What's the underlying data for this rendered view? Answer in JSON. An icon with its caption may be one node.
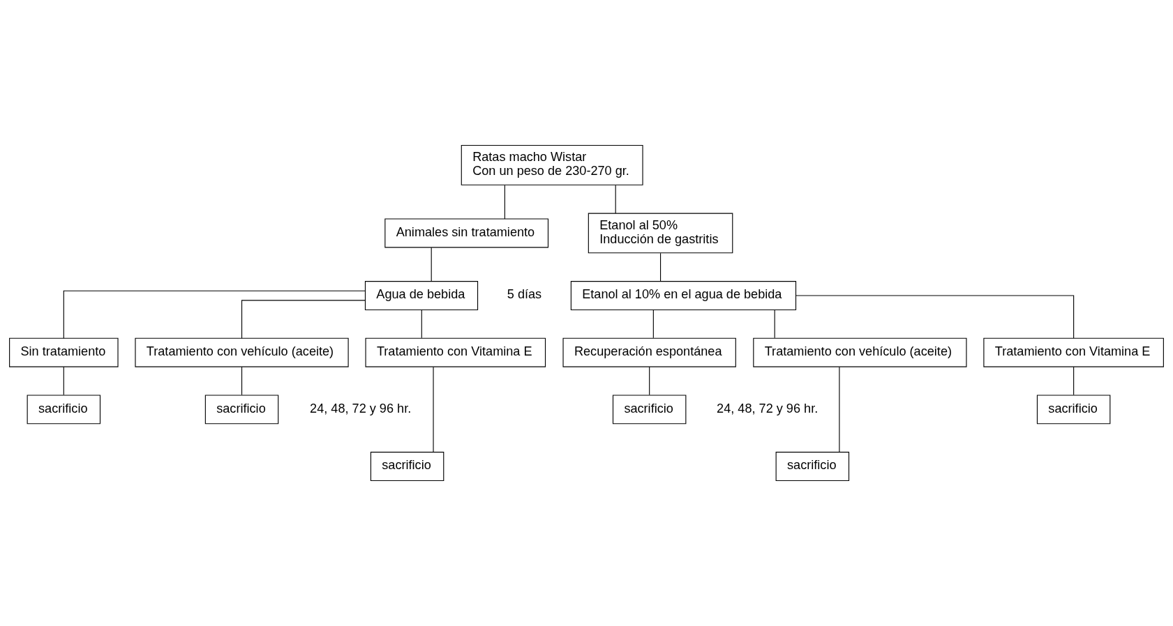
{
  "diagram": {
    "nodes": [
      {
        "text": [
          "Ratas macho Wistar",
          "Con un peso de 230-270 gr."
        ]
      },
      {
        "text": [
          "Animales sin tratamiento"
        ]
      },
      {
        "text": [
          "Etanol al 50%",
          "Inducción de gastritis"
        ]
      },
      {
        "text": [
          "Agua de bebida"
        ]
      },
      {
        "text": [
          "Etanol al 10% en el agua de bebida"
        ]
      },
      {
        "text": [
          "Sin tratamiento"
        ]
      },
      {
        "text": [
          "Tratamiento con vehículo (aceite)"
        ]
      },
      {
        "text": [
          "Tratamiento con Vitamina E"
        ]
      },
      {
        "text": [
          "Recuperación espontánea"
        ]
      },
      {
        "text": [
          "Tratamiento con vehículo (aceite)"
        ]
      },
      {
        "text": [
          "Tratamiento con Vitamina E"
        ]
      },
      {
        "text": [
          "sacrificio"
        ]
      },
      {
        "text": [
          "sacrificio"
        ]
      },
      {
        "text": [
          "sacrificio"
        ]
      },
      {
        "text": [
          "sacrificio"
        ]
      },
      {
        "text": [
          "sacrificio"
        ]
      },
      {
        "text": [
          "sacrificio"
        ]
      }
    ],
    "edges": [
      {
        "from": 0,
        "to": 1,
        "arrow": "none"
      },
      {
        "from": 0,
        "to": 2,
        "arrow": "none"
      },
      {
        "from": 1,
        "to": 3,
        "arrow": "none"
      },
      {
        "from": 2,
        "to": 4,
        "arrow": "none"
      },
      {
        "from": 3,
        "to": 5,
        "arrow": "none"
      },
      {
        "from": 3,
        "to": 6,
        "arrow": "none"
      },
      {
        "from": 3,
        "to": 7,
        "arrow": "none"
      },
      {
        "from": 4,
        "to": 8,
        "arrow": "none"
      },
      {
        "from": 4,
        "to": 9,
        "arrow": "none"
      },
      {
        "from": 4,
        "to": 10,
        "arrow": "none"
      },
      {
        "from": 5,
        "to": 11,
        "arrow": "none"
      },
      {
        "from": 6,
        "to": 12,
        "arrow": "none"
      },
      {
        "from": 7,
        "to": 13,
        "arrow": "none"
      },
      {
        "from": 8,
        "to": 14,
        "arrow": "none"
      },
      {
        "from": 9,
        "to": 15,
        "arrow": "none"
      },
      {
        "from": 10,
        "to": 16,
        "arrow": "none"
      }
    ],
    "labels": [
      "5 días",
      "24, 48, 72 y 96 hr.",
      "24, 48, 72 y 96 hr."
    ]
  }
}
